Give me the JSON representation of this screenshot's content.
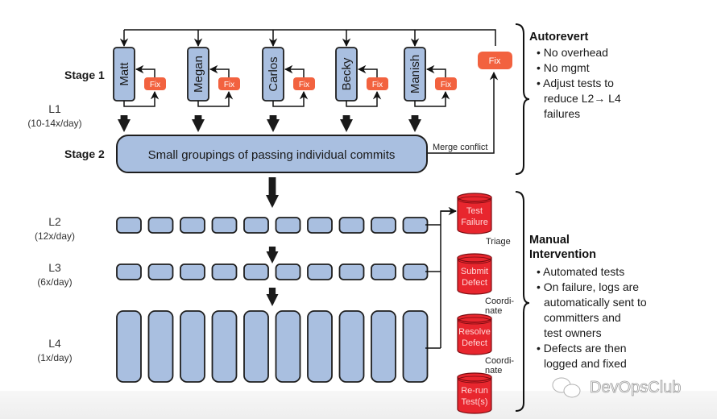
{
  "stages": {
    "stage1": "Stage 1",
    "stage2": "Stage 2"
  },
  "levels": [
    {
      "name": "L1",
      "rate": "(10-14x/day)"
    },
    {
      "name": "L2",
      "rate": "(12x/day)"
    },
    {
      "name": "L3",
      "rate": "(6x/day)"
    },
    {
      "name": "L4",
      "rate": "(1x/day)"
    }
  ],
  "committers": [
    "Matt",
    "Megan",
    "Carlos",
    "Becky",
    "Manish"
  ],
  "fix_label": "Fix",
  "stage2_box": "Small groupings of passing individual commits",
  "merge_conflict": "Merge conflict",
  "level_box_counts": {
    "L2": 10,
    "L3": 10,
    "L4": 10
  },
  "cylinders": [
    {
      "line1": "Test",
      "line2": "Failure"
    },
    {
      "line1": "Submit",
      "line2": "Defect"
    },
    {
      "line1": "Resolve",
      "line2": "Defect"
    },
    {
      "line1": "Re-run",
      "line2": "Test(s)"
    }
  ],
  "cylinder_links": {
    "triage": "Triage",
    "coordinate_1": "Coordi-",
    "coordinate_2": "nate"
  },
  "autorevert": {
    "title": "Autorevert",
    "bullets": [
      "No overhead",
      "No mgmt",
      "Adjust tests to",
      "reduce L2→ L4",
      "failures"
    ]
  },
  "manual": {
    "title_1": "Manual",
    "title_2": "Intervention",
    "lines": [
      "Automated tests",
      "On failure, logs are",
      "automatically sent to",
      "committers and",
      "test owners",
      "Defects are then",
      "logged and fixed"
    ],
    "bullet": "•"
  },
  "watermark": "DevOpsClub",
  "colors": {
    "box_fill": "#a9bfe0",
    "box_stroke": "#1e1e1e",
    "fix_fill": "#f2623f",
    "cylinder_fill": "#e8262e"
  }
}
